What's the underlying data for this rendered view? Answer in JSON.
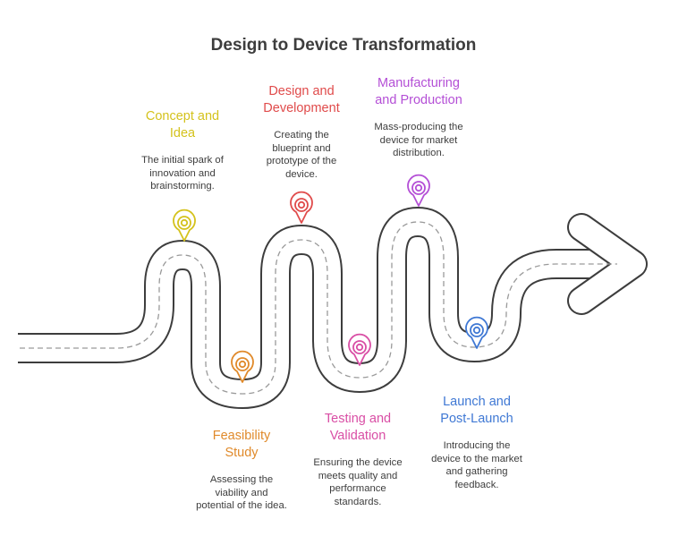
{
  "title": "Design to Device Transformation",
  "colors": {
    "road_outline": "#3d3d3d",
    "road_fill": "#ffffff",
    "road_dash": "#9a9a9a",
    "concept": "#d4c21c",
    "design": "#e04b4b",
    "manufacturing": "#b44fd6",
    "feasibility": "#e08a2b",
    "testing": "#d94ea5",
    "launch": "#3f78d4"
  },
  "stages": {
    "concept": {
      "name": "Concept and\nIdea",
      "description": "The initial spark of\ninnovation and\nbrainstorming."
    },
    "design": {
      "name": "Design and\nDevelopment",
      "description": "Creating the\nblueprint and\nprototype of the\ndevice."
    },
    "manufacturing": {
      "name": "Manufacturing\nand Production",
      "description": "Mass-producing the\ndevice for market\ndistribution."
    },
    "feasibility": {
      "name": "Feasibility\nStudy",
      "description": "Assessing the\nviability and\npotential of the idea."
    },
    "testing": {
      "name": "Testing and\nValidation",
      "description": "Ensuring the device\nmeets quality and\nperformance\nstandards."
    },
    "launch": {
      "name": "Launch and\nPost-Launch",
      "description": "Introducing the\ndevice to the market\nand gathering\nfeedback."
    }
  }
}
